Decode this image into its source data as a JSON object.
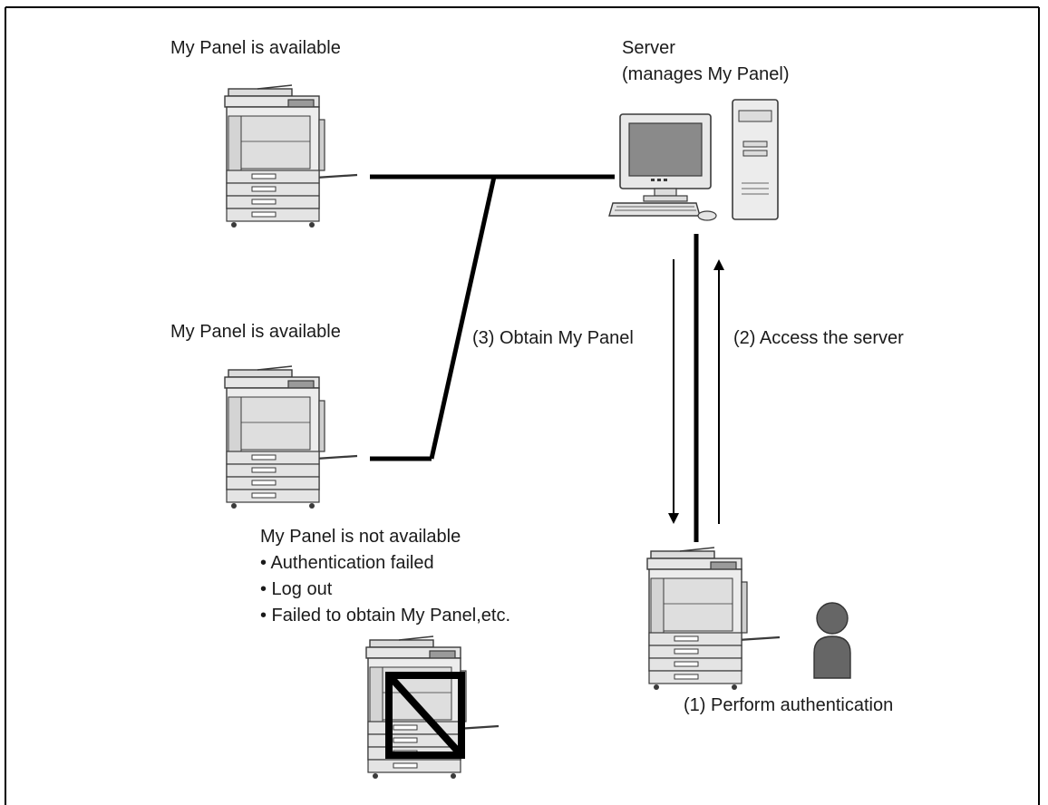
{
  "labels": {
    "top_left": "My Panel is available",
    "middle_left": "My Panel is available",
    "server_line1": "Server",
    "server_line2": "(manages My Panel)",
    "step3": "(3) Obtain My Panel",
    "step2": "(2) Access the server",
    "step1": "(1) Perform authentication"
  },
  "not_available": {
    "title": "My Panel is not available",
    "bullets": [
      "• Authentication failed",
      "• Log out",
      "• Failed to obtain My Panel,etc."
    ]
  },
  "icons": {
    "mfp": "multifunction-printer-icon",
    "server": "desktop-computer-icon",
    "user": "person-icon",
    "prohibit": "prohibited-sign-icon"
  },
  "colors": {
    "line": "#000000",
    "device_body": "#e8e8e8",
    "device_stroke": "#3a3a3a",
    "screen": "#8a8a8a",
    "person": "#666666"
  }
}
